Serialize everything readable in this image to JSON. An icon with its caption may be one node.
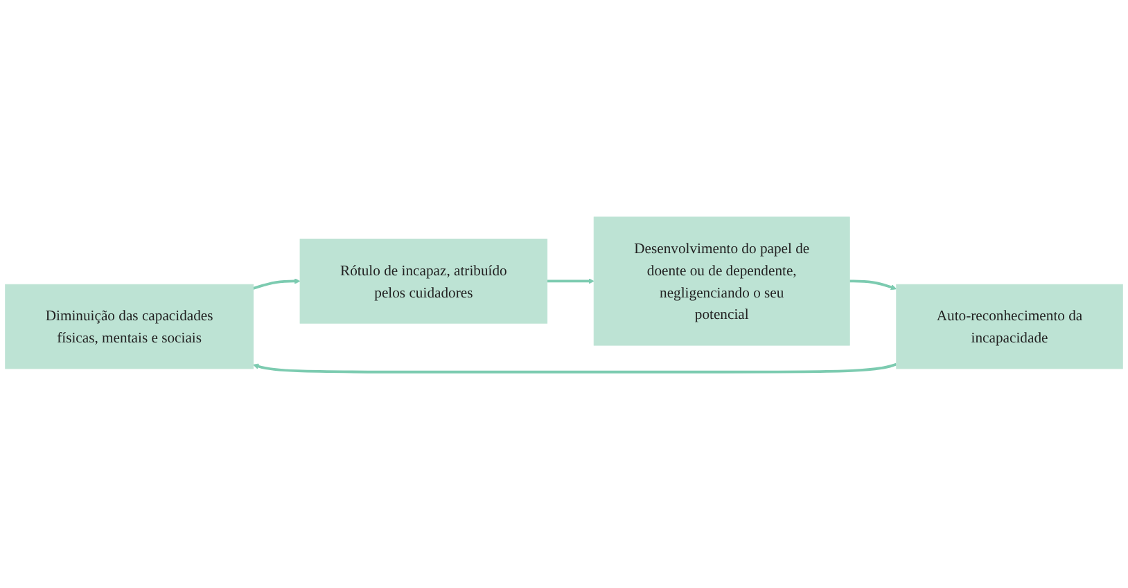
{
  "diagram": {
    "nodes": [
      {
        "text": [
          "Diminuição das capacidades físicas, mentais e sociais"
        ]
      },
      {
        "text": [
          "Rótulo de incapaz, atribuído pelos cuidadores"
        ]
      },
      {
        "text": [
          "Auto-reconhecimento da incapacidade"
        ]
      },
      {
        "text": [
          "Desenvolvimento do papel de doente ou de dependente, negligenciando o seu potencial"
        ]
      }
    ],
    "edges": [
      {
        "from": 0,
        "to": 1,
        "arrow": "to"
      },
      {
        "from": 1,
        "to": 3,
        "arrow": "to"
      },
      {
        "from": 3,
        "to": 2,
        "arrow": "to"
      },
      {
        "from": 2,
        "to": 0,
        "arrow": "to"
      }
    ]
  }
}
